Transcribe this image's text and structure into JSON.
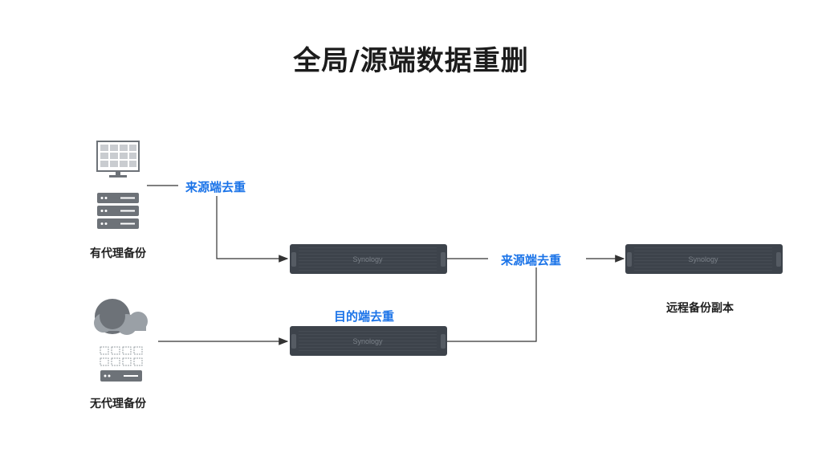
{
  "title": "全局/源端数据重删",
  "sources": {
    "proxy": {
      "label": "有代理备份"
    },
    "agentless": {
      "label": "无代理备份"
    }
  },
  "flow_labels": {
    "source_dedupe_1": "来源端去重",
    "target_dedupe": "目的端去重",
    "source_dedupe_2": "来源端去重"
  },
  "destination": {
    "label": "远程备份副本"
  },
  "device_brand": "Synology",
  "colors": {
    "accent_blue": "#1a73e8",
    "device_dark": "#3d434b",
    "icon_gray": "#6d7278",
    "line": "#333333"
  }
}
